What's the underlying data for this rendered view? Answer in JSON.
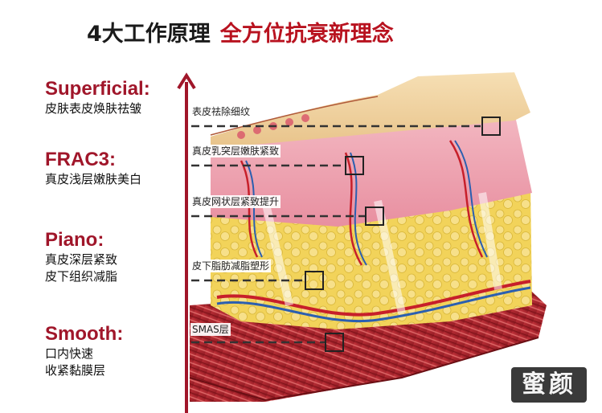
{
  "title": {
    "prefix": "4大工作原理",
    "highlight": "全方位抗衰新理念"
  },
  "layers": [
    {
      "name": "Superficial:",
      "desc": [
        "皮肤表皮焕肤祛皱"
      ]
    },
    {
      "name": "FRAC3:",
      "desc": [
        "真皮浅层嫩肤美白"
      ]
    },
    {
      "name": "Piano:",
      "desc": [
        "真皮深层紧致",
        "皮下组织减脂"
      ]
    },
    {
      "name": "Smooth:",
      "desc": [
        "口内快速",
        "收紧黏膜层"
      ]
    }
  ],
  "depth_tags": [
    "表皮祛除细纹",
    "真皮乳突层嫩肤紧致",
    "真皮网状层紧致提升",
    "皮下脂肪减脂塑形",
    "SMAS层"
  ],
  "watermark": "蜜颜",
  "colors": {
    "accent_red": "#b8121f",
    "layer_name_red": "#a0162a"
  }
}
